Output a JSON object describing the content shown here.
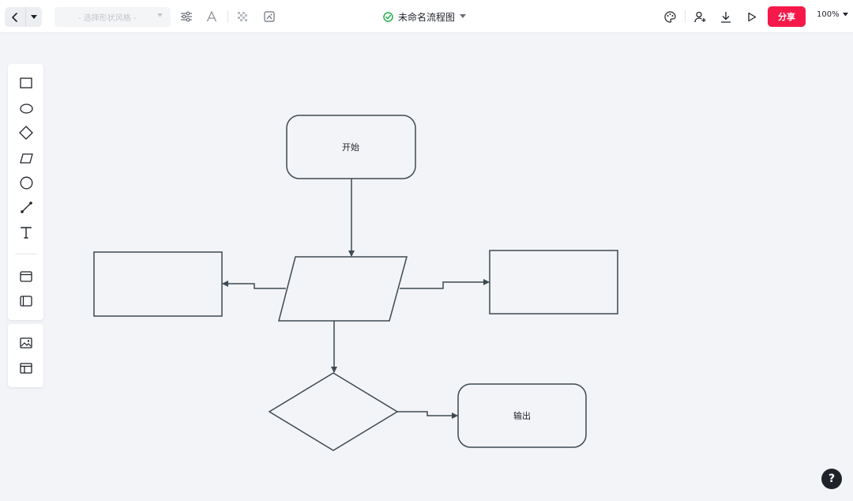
{
  "toolbar": {
    "style_placeholder": "- 选择形状风格 -",
    "icons": [
      "back-arrow-icon",
      "chevron-down-icon",
      "sliders-icon",
      "text-style-icon",
      "transparency-icon",
      "image-fill-icon"
    ]
  },
  "header": {
    "title": "未命名流程图",
    "status_icon": "check-circle-icon",
    "status_color": "#22b14c"
  },
  "actions": {
    "share_label": "分享",
    "share_color": "#f5194a",
    "zoom": "100%",
    "icons": [
      "palette-icon",
      "add-user-icon",
      "download-icon",
      "play-icon"
    ]
  },
  "shapes_panel": {
    "tools": [
      "rectangle-tool",
      "ellipse-tool",
      "diamond-tool",
      "parallelogram-tool",
      "circle-tool",
      "line-tool",
      "text-tool",
      "container-tool",
      "swimlane-tool"
    ]
  },
  "insert_panel": {
    "tools": [
      "image-tool",
      "template-tool"
    ]
  },
  "diagram": {
    "start_label": "开始",
    "output_label": "输出",
    "stroke_color": "#3d4a52"
  },
  "help": {
    "label": "?"
  }
}
